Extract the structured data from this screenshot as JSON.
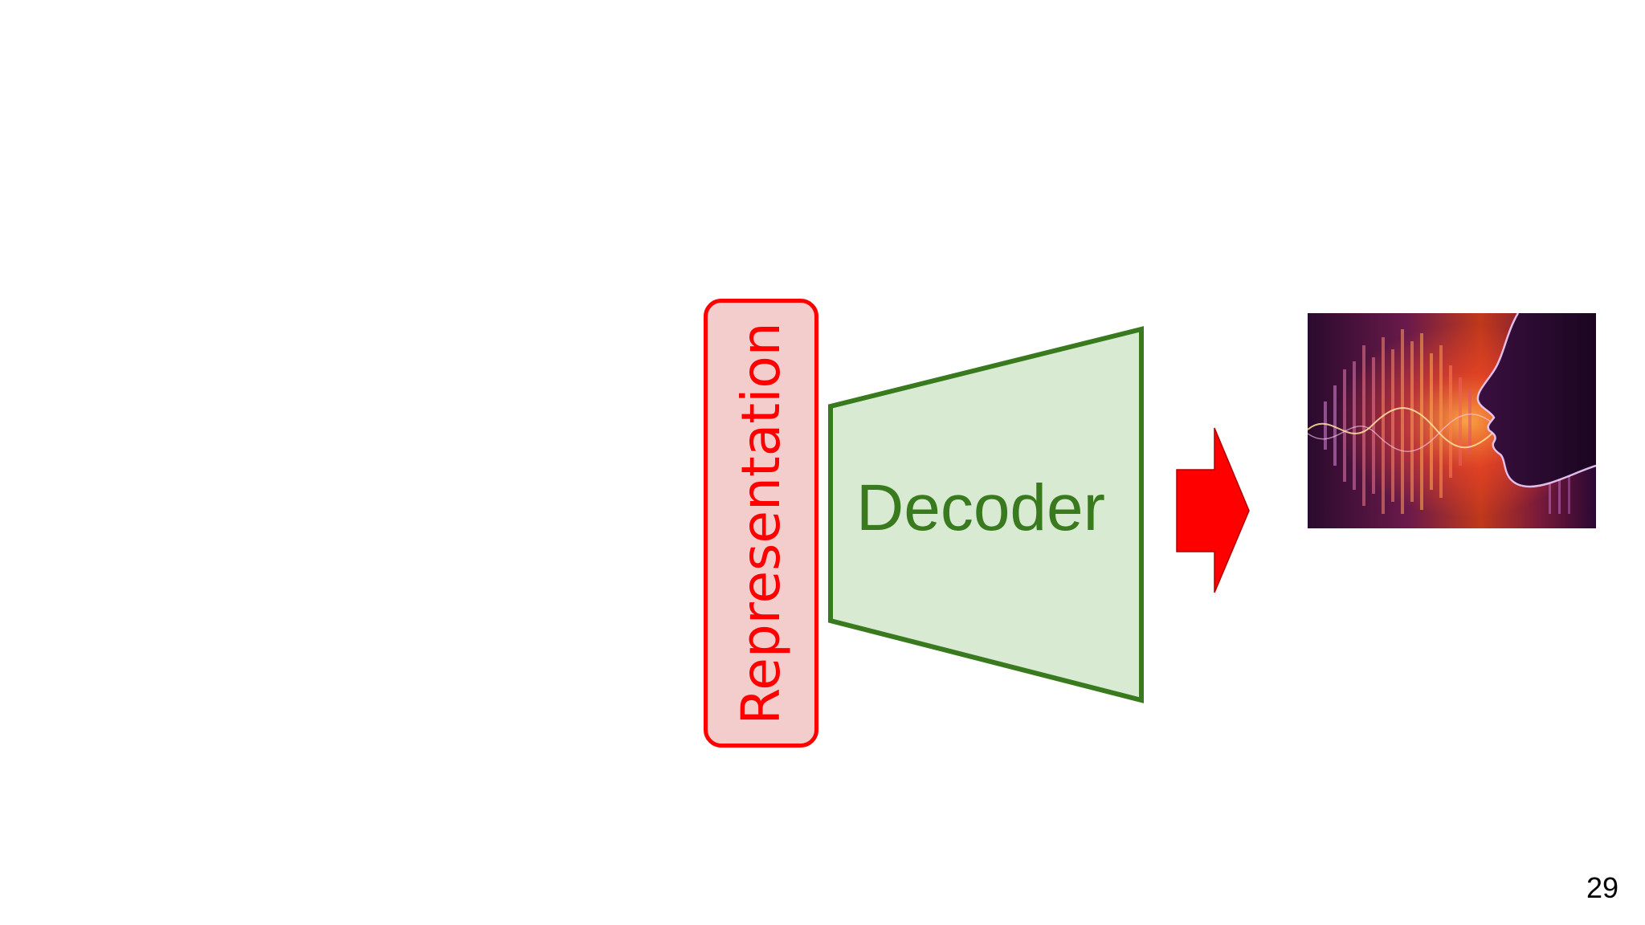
{
  "representation": {
    "label": "Representation",
    "color": "#ff0000",
    "fill": "#f3cccc"
  },
  "decoder": {
    "label": "Decoder",
    "stroke": "#3a7a1f",
    "fill": "#d9ead3"
  },
  "arrow": {
    "color": "#ff0000",
    "direction": "right"
  },
  "outputs": {
    "voice_image": "glowing face silhouette with colorful sound wave",
    "waveform": "audio waveform, gold to black"
  },
  "page_number": "29"
}
